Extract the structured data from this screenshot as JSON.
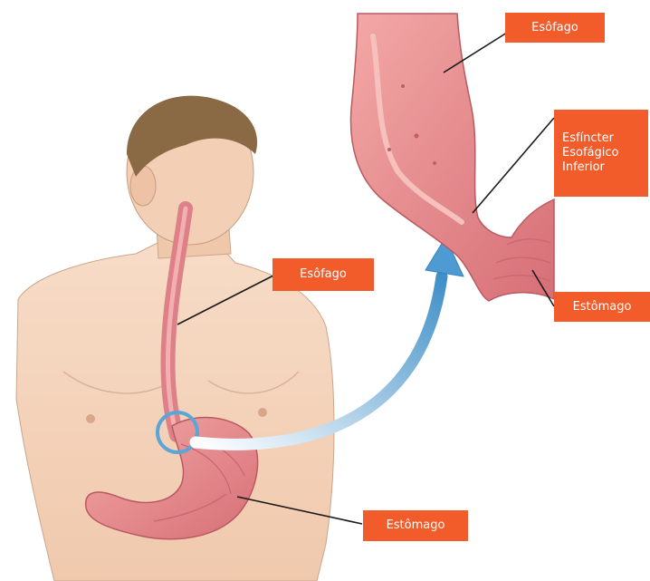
{
  "labels": {
    "esophagus_top": "Esôfago",
    "sphincter": "Esfíncter\nEsofágico\nInferior",
    "stomach_top": "Estômago",
    "esophagus_body": "Esôfago",
    "stomach_body": "Estômago"
  },
  "colors": {
    "label_bg": "#F25B2A",
    "label_text": "#FFFFFF",
    "leader_line": "#1A1A1A",
    "arrow": "#5AA6D6",
    "highlight_ring": "#5AA6D6",
    "skin": "#F5D6BF",
    "tissue": "#E8858A",
    "hair": "#8A6A45"
  }
}
